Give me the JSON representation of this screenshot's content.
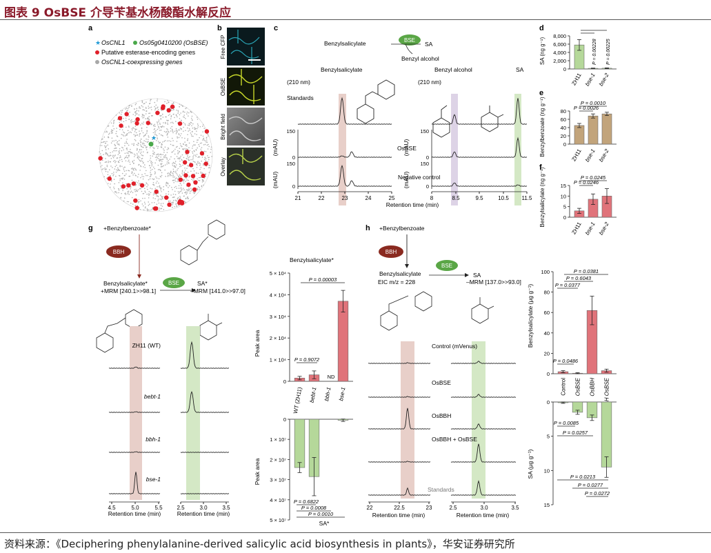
{
  "header": {
    "title": "图表 9 OsBSE 介导苄基水杨酸酯水解反应"
  },
  "footer": {
    "source": "资料来源：《Deciphering phenylalanine-derived salicylic acid biosynthesis in plants》，华安证券研究所"
  },
  "colors": {
    "title": "#8a1a2a",
    "green_bar": "#b5d89a",
    "tan_bar": "#c2a47b",
    "red_bar": "#e0737a",
    "pink_band": "#e8cfc9",
    "green_band": "#d4e8c5",
    "purple_band": "#ddd3e6",
    "bbh_oval": "#8a2a20",
    "bse_oval": "#5aa646"
  },
  "panel_a": {
    "label": "a",
    "legend": [
      {
        "symbol": "star",
        "color": "#1f9ad6",
        "text": "OsCNL1"
      },
      {
        "symbol": "dot",
        "color": "#4aa84a",
        "text": "Os05g0410200 (OsBSE)"
      },
      {
        "symbol": "dot",
        "color": "#e0202a",
        "text": "Putative esterase-encoding genes"
      },
      {
        "symbol": "dot",
        "color": "#a8a8a8",
        "text": "OsCNL1-coexpressing genes"
      }
    ]
  },
  "panel_b": {
    "label": "b",
    "rows": [
      "Free CFP",
      "OsBSE",
      "Bright field",
      "Overlay"
    ]
  },
  "panel_c": {
    "label": "c",
    "reaction": {
      "substrate": "Benzylsalicylate",
      "enzyme": "BSE",
      "product1": "SA",
      "product2": "Benzyl alcohol"
    },
    "compound_labels": [
      "Benzylsalicylate",
      "Benzyl alcohol",
      "SA"
    ],
    "wavelength": "(210 nm)",
    "trace_labels": [
      "Standards",
      "OsBSE",
      "Negative control"
    ],
    "yunit": "(mAU)",
    "yticks": [
      "150",
      "0",
      "150",
      "0"
    ],
    "xlabel": "Retention time (min)",
    "xticks_left": [
      "21",
      "22",
      "23",
      "24",
      "25"
    ],
    "xticks_right": [
      "8",
      "8.5",
      "9.5",
      "10.5",
      "11.5"
    ]
  },
  "panel_d": {
    "label": "d",
    "ylabel": "SA (ng g⁻¹)",
    "chart_data": {
      "type": "bar",
      "categories": [
        "ZH11",
        "bse-1",
        "bse-2"
      ],
      "values": [
        5800,
        150,
        180
      ],
      "errors": [
        1300,
        60,
        80
      ],
      "ylim": [
        0,
        8000
      ],
      "yticks": [
        "0",
        "2,000",
        "4,000",
        "6,000",
        "8,000"
      ],
      "pvalues": [
        "P = 0.00228",
        "P = 0.00225"
      ]
    }
  },
  "panel_e": {
    "label": "e",
    "ylabel": "Benzylbenzoate (ng g⁻¹)",
    "chart_data": {
      "type": "bar",
      "categories": [
        "ZH11",
        "bse-1",
        "bse-2"
      ],
      "values": [
        45,
        68,
        73
      ],
      "errors": [
        5,
        5,
        4
      ],
      "ylim": [
        0,
        80
      ],
      "yticks": [
        "0",
        "20",
        "40",
        "60",
        "80"
      ],
      "pvalues": [
        "P = 0.0010",
        "P = 0.0026"
      ]
    }
  },
  "panel_f": {
    "label": "f",
    "ylabel": "Benzylsalicylate (ng g⁻¹)",
    "chart_data": {
      "type": "bar",
      "categories": [
        "ZH11",
        "bse-1",
        "bse-2"
      ],
      "values": [
        3,
        8.5,
        10
      ],
      "errors": [
        1.2,
        2.5,
        3.5
      ],
      "ylim": [
        0,
        15
      ],
      "yticks": [
        "0",
        "5",
        "10",
        "15"
      ],
      "pvalues": [
        "P = 0.0245",
        "P = 0.0246"
      ]
    }
  },
  "panel_g": {
    "label": "g",
    "feed": "+Benzylbenzoate*",
    "enzyme1": "BBH",
    "enzyme2": "BSE",
    "intermediate": "Benzylsalicylate*",
    "mrm1": "+MRM [240.1>>98.1]",
    "product": "SA*",
    "mrm2": "–MRM [141.0>>97.0]",
    "trace_labels": [
      "ZH11 (WT)",
      "bebt-1",
      "bbh-1",
      "bse-1"
    ],
    "xlabel": "Retention time (min)",
    "xticks_left": [
      "4.5",
      "5.0",
      "5.5"
    ],
    "xticks_right": [
      "2.5",
      "3.0",
      "3.5"
    ],
    "chart_top": {
      "type": "bar",
      "title": "Benzylsalicylate*",
      "ylabel": "Peak area",
      "categories": [
        "WT (ZH11)",
        "bebt-1",
        "bbh-1",
        "bse-1"
      ],
      "values": [
        1500,
        3000,
        0,
        37000
      ],
      "errors": [
        800,
        1800,
        0,
        5000
      ],
      "ylim": [
        0,
        50000
      ],
      "yticks": [
        "0",
        "1 × 10⁴",
        "2 × 10⁴",
        "3 × 10⁴",
        "4 × 10⁴",
        "5 × 10⁴"
      ],
      "nd": "ND",
      "pvalues": [
        "P = 0.00003",
        "P = 0.9072"
      ]
    },
    "chart_bottom": {
      "type": "bar",
      "title": "SA*",
      "ylabel": "Peak area",
      "values": [
        24000000,
        28500000,
        0,
        500000
      ],
      "errors": [
        2500000,
        9500000,
        0,
        600000
      ],
      "ylim": [
        0,
        50000000
      ],
      "yticks": [
        "0",
        "1 × 10⁷",
        "2 × 10⁷",
        "3 × 10⁷",
        "4 × 10⁷",
        "5 × 10⁷"
      ],
      "pvalues": [
        "P = 0.6822",
        "P = 0.0008",
        "P = 0.0010"
      ]
    }
  },
  "panel_h": {
    "label": "h",
    "feed": "+Benzylbenzoate",
    "enzyme1": "BBH",
    "enzyme2": "BSE",
    "intermediate": "Benzylsalicylate",
    "eic": "EIC m/z = 228",
    "product": "SA",
    "mrm": "–MRM [137.0>>93.0]",
    "trace_labels": [
      "Control (mVenus)",
      "OsBSE",
      "OsBBH",
      "OsBBH + OsBSE",
      "Standards"
    ],
    "xlabel": "Retention time (min)",
    "xticks_left": [
      "22",
      "22.5",
      "23"
    ],
    "xticks_right": [
      "2.5",
      "3.0",
      "3.5"
    ],
    "chart_top": {
      "type": "bar",
      "ylabel": "Benzylsalicylate (μg g⁻¹)",
      "categories": [
        "Control",
        "OsBSE",
        "OsBBH",
        "OsBBH OsBSE"
      ],
      "values": [
        2,
        0.5,
        62,
        3
      ],
      "errors": [
        1,
        0.5,
        14,
        1.5
      ],
      "ylim": [
        0,
        100
      ],
      "yticks": [
        "0",
        "20",
        "40",
        "60",
        "80",
        "100"
      ],
      "pvalues": [
        "P = 0.0381",
        "P = 0.6043",
        "P = 0.0377",
        "P = 0.0486"
      ]
    },
    "chart_bottom": {
      "type": "bar",
      "ylabel": "SA (μg g⁻¹)",
      "values": [
        0.1,
        1.5,
        2.3,
        9.5
      ],
      "errors": [
        0.1,
        0.3,
        0.4,
        1.5
      ],
      "ylim": [
        0,
        15
      ],
      "yticks": [
        "0",
        "5",
        "10",
        "15"
      ],
      "pvalues": [
        "P = 0.0085",
        "P = 0.0257",
        "P = 0.0213",
        "P = 0.0277",
        "P = 0.0272"
      ]
    }
  }
}
